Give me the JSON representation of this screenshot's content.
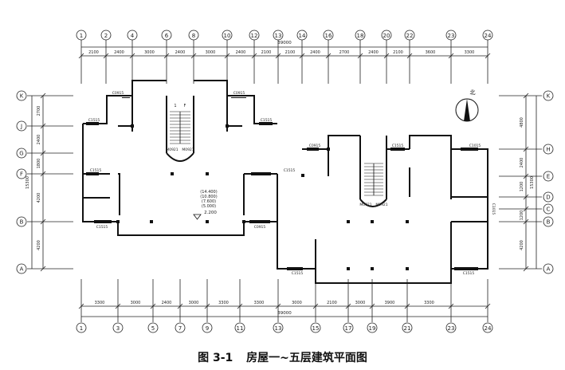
{
  "figure": {
    "caption_number": "图 3-1",
    "caption_title": "房屋一~五层建筑平面图"
  },
  "grid": {
    "top_axes": [
      "1",
      "2",
      "4",
      "6",
      "8",
      "10",
      "12",
      "13",
      "14",
      "16",
      "18",
      "20",
      "22",
      "23",
      "24"
    ],
    "top_dims": [
      "2100",
      "2400",
      "3000",
      "2400",
      "3000",
      "2400",
      "2100",
      "2100",
      "2400",
      "2700",
      "2400",
      "2100",
      "3600",
      "3300"
    ],
    "top_total": "39000",
    "bottom_axes": [
      "1",
      "3",
      "5",
      "7",
      "9",
      "11",
      "13",
      "15",
      "17",
      "19",
      "21",
      "23",
      "24"
    ],
    "bottom_dims": [
      "3300",
      "3000",
      "2400",
      "3000",
      "3300",
      "3300",
      "3000",
      "2100",
      "3000",
      "3900",
      "3300"
    ],
    "bottom_total": "39000",
    "left_axes": [
      "K",
      "J",
      "G",
      "F",
      "B",
      "A"
    ],
    "left_dims": [
      "2700",
      "2400",
      "1800",
      "4200",
      "4200"
    ],
    "left_total": "15300",
    "right_axes": [
      "K",
      "H",
      "E",
      "D",
      "C",
      "B",
      "A"
    ],
    "right_dims": [
      "4800",
      "2400",
      "1200",
      "1200",
      "4200"
    ],
    "right_total": "15300"
  },
  "labels": {
    "windows": [
      "C0915",
      "C0915",
      "C1515",
      "C1515",
      "C1515",
      "C1515",
      "C1515",
      "C0915",
      "C0915",
      "C1515",
      "C1015",
      "C1015",
      "C1515",
      "C1515"
    ],
    "doors": [
      "M0921",
      "M0921",
      "M0921",
      "M0921"
    ],
    "stair_marks": [
      "1",
      "F"
    ],
    "elevations": [
      "(14.400)",
      "(10.800)",
      "(7.600)",
      "(5.000)"
    ],
    "elevation_main": "2.200",
    "north": "北"
  }
}
